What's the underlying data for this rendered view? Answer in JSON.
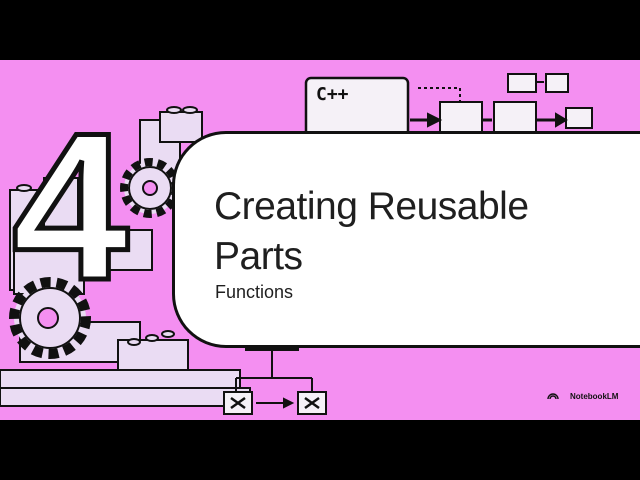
{
  "slide": {
    "number": "4",
    "title_line_1": "Creating Reusable",
    "title_line_2": "Parts",
    "subtitle": "Functions",
    "code_label": "C++",
    "brand": "NotebookLM"
  },
  "colors": {
    "background": "#f48ff1",
    "letterbox": "#000000",
    "card": "#ffffff",
    "ink": "#111111",
    "block": "#eadcf3"
  },
  "icons": {
    "brand": "notebooklm-logo-icon",
    "gear": "gear-icon",
    "close": "x-box-icon"
  }
}
